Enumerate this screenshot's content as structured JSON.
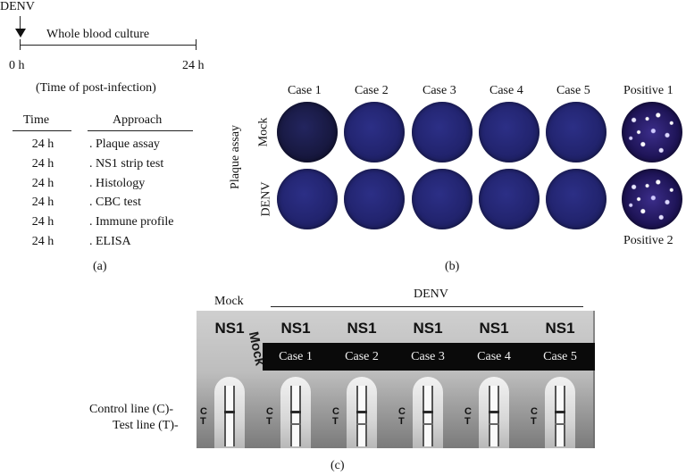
{
  "panel_a": {
    "virus": "DENV",
    "culture": "Whole blood culture",
    "t0": "0 h",
    "t1": "24 h",
    "timeline_caption": "(Time of post-infection)",
    "col_time": "Time",
    "col_approach": "Approach",
    "rows": [
      {
        "time": "24 h",
        "approach": ". Plaque assay"
      },
      {
        "time": "24 h",
        "approach": ". NS1 strip test"
      },
      {
        "time": "24 h",
        "approach": ". Histology"
      },
      {
        "time": "24 h",
        "approach": ". CBC test"
      },
      {
        "time": "24 h",
        "approach": ". Immune profile"
      },
      {
        "time": "24 h",
        "approach": ". ELISA"
      }
    ],
    "label": "(a)"
  },
  "panel_b": {
    "side_label": "Plaque assay",
    "row_mock": "Mock",
    "row_denv": "DENV",
    "cases": [
      "Case 1",
      "Case 2",
      "Case 3",
      "Case 4",
      "Case 5"
    ],
    "positive_1": "Positive 1",
    "positive_2": "Positive 2",
    "label": "(b)"
  },
  "panel_c": {
    "mock": "Mock",
    "denv": "DENV",
    "strip_title": "NS1",
    "mock_writing": "Mock",
    "cases": [
      "Case 1",
      "Case 2",
      "Case 3",
      "Case 4",
      "Case 5"
    ],
    "control_line": "Control line (C)-",
    "test_line": "Test line (T)-",
    "strip_c": "C",
    "strip_t": "T",
    "label": "(c)"
  },
  "colors": {
    "well_blue": "#22246f",
    "plaque_white": "#ffffff"
  }
}
